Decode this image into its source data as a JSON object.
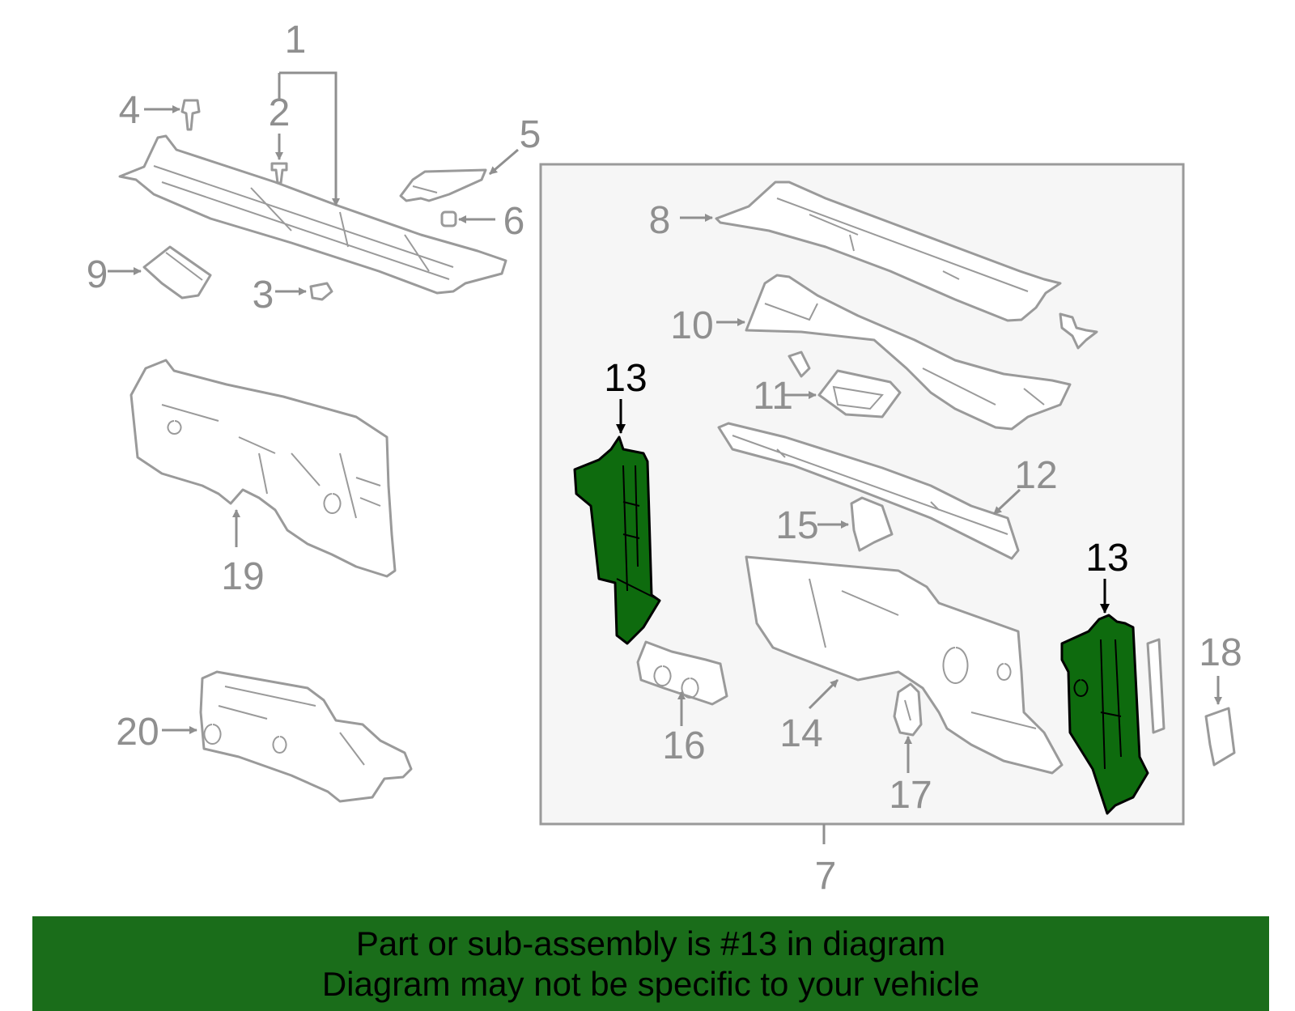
{
  "colors": {
    "highlight": "#0e6b0e",
    "outline": "#9a9a9a",
    "box_fill": "#f6f6f6",
    "banner": "#1a6d1a"
  },
  "callouts": {
    "n1": "1",
    "n2": "2",
    "n3": "3",
    "n4": "4",
    "n5": "5",
    "n6": "6",
    "n7": "7",
    "n8": "8",
    "n9": "9",
    "n10": "10",
    "n11": "11",
    "n12": "12",
    "n13a": "13",
    "n13b": "13",
    "n14": "14",
    "n15": "15",
    "n16": "16",
    "n17": "17",
    "n18": "18",
    "n19": "19",
    "n20": "20"
  },
  "banner": {
    "line1": "Part or sub-assembly is #13 in diagram",
    "line2": "Diagram may not be specific to your vehicle"
  }
}
